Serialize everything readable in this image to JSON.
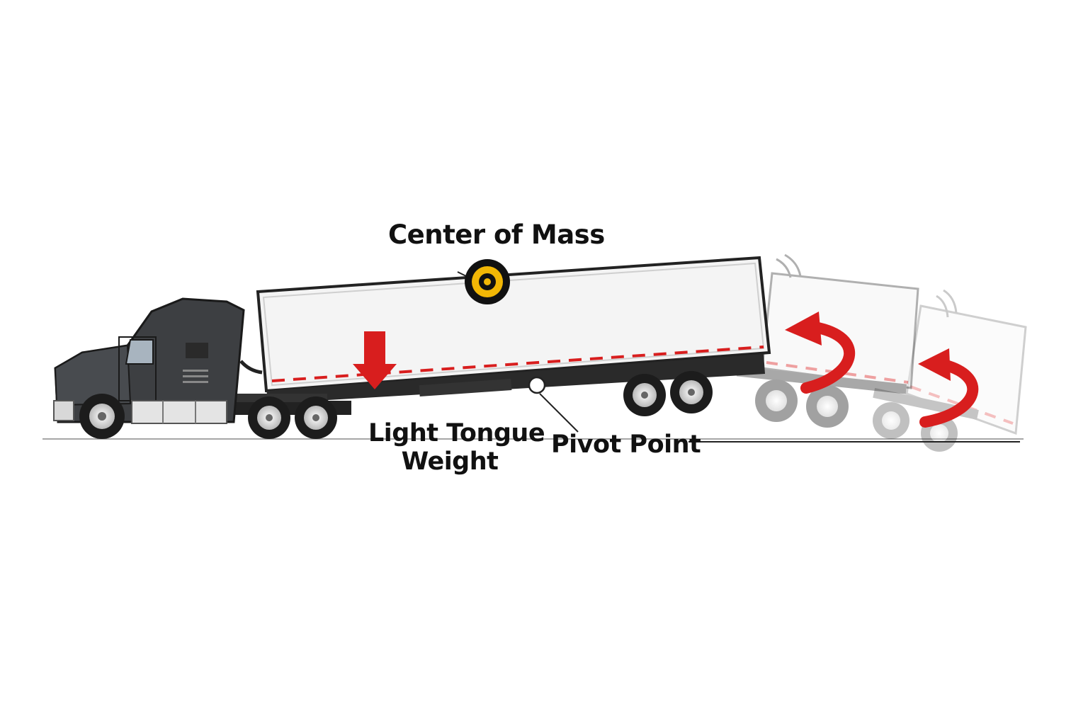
{
  "labels": {
    "center_of_mass": "Center of Mass",
    "tongue_line1": "Light Tongue",
    "tongue_line2": "Weight",
    "pivot_point": "Pivot Point"
  },
  "colors": {
    "tractor": "#3d3f42",
    "trailer": "#f4f4f4",
    "marker": "#f2b705",
    "arrow": "#d81e1e",
    "ground": "#8a8a8a"
  },
  "icons": [
    "center-of-mass-target-icon",
    "down-arrow-icon",
    "rotation-arrow-icon"
  ]
}
